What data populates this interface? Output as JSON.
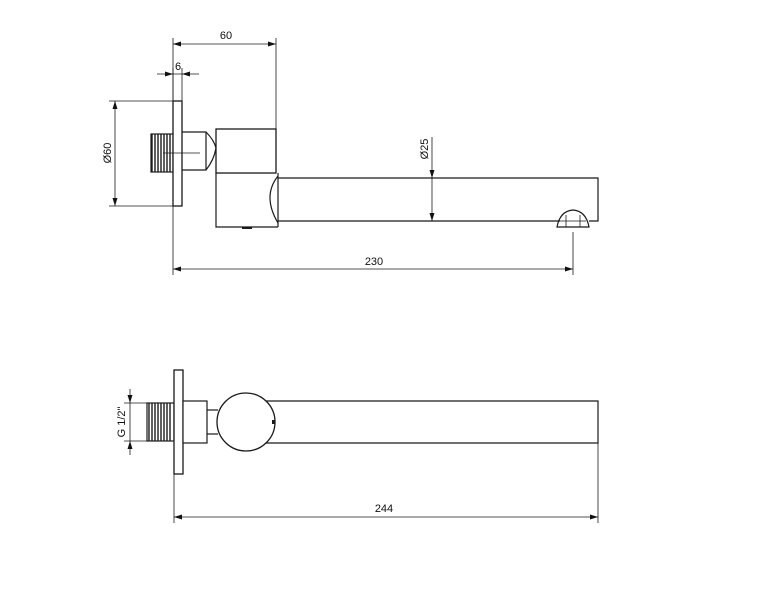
{
  "drawing": {
    "top_view": {
      "dim_flange_offset": "60",
      "dim_flange_thickness": "6",
      "dim_flange_diameter": "Ø60",
      "dim_spout_diameter": "Ø25",
      "dim_overall_length": "230"
    },
    "bottom_view": {
      "dim_thread": "G 1/2\"",
      "dim_overall_length": "244"
    }
  }
}
